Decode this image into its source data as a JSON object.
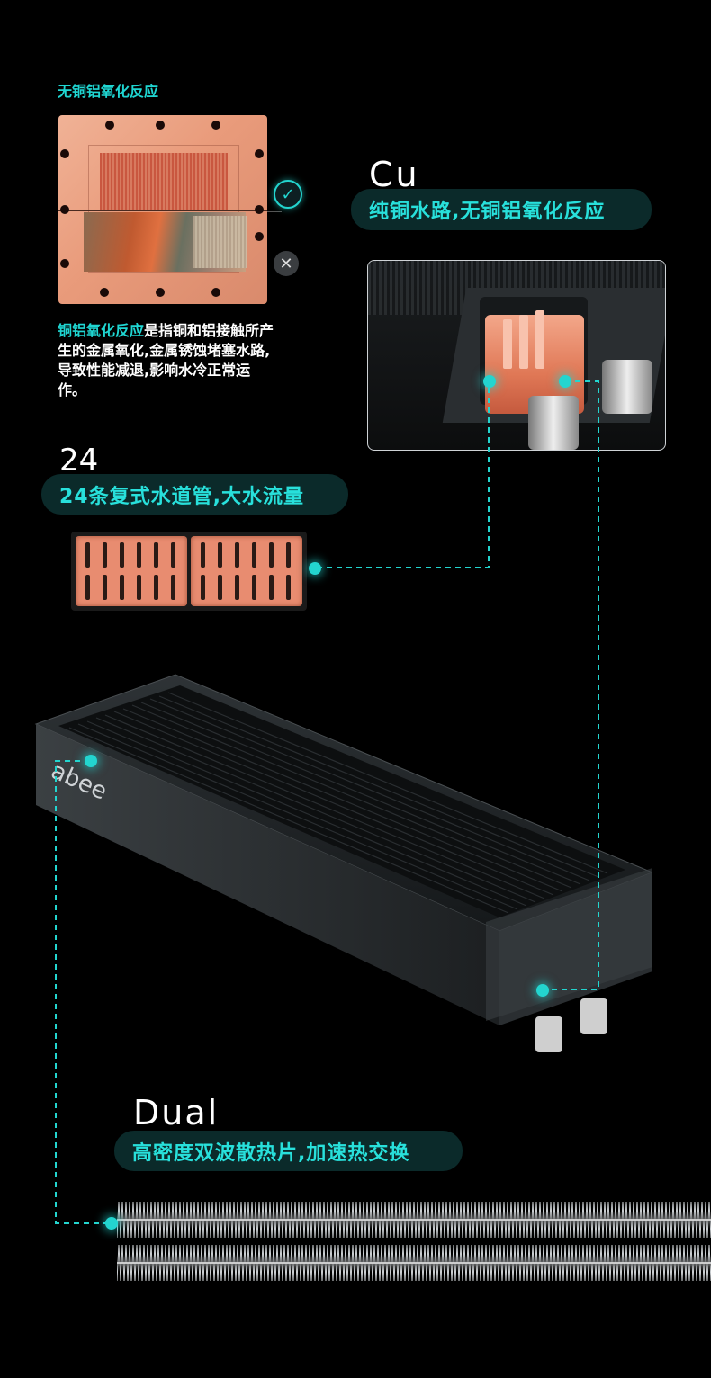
{
  "corrosion": {
    "title": "无铜铝氧化反应",
    "desc_highlight": "铜铝氧化反应",
    "desc_rest": "是指铜和铝接触所产生的金属氧化,金属锈蚀堵塞水路,导致性能减退,影响水冷正常运作。",
    "good_icon": "check-icon",
    "bad_icon": "close-icon"
  },
  "cu": {
    "label": "Cu",
    "subtitle": "纯铜水路,无铜铝氧化反应"
  },
  "channels": {
    "label": "24",
    "subtitle": "24条复式水道管,大水流量",
    "count": 24
  },
  "radiator": {
    "brand": "abee"
  },
  "dual": {
    "label": "Dual",
    "subtitle": "高密度双波散热片,加速热交换"
  },
  "colors": {
    "accent": "#23d5cf",
    "background": "#000000",
    "copper": "#e68a6e"
  }
}
